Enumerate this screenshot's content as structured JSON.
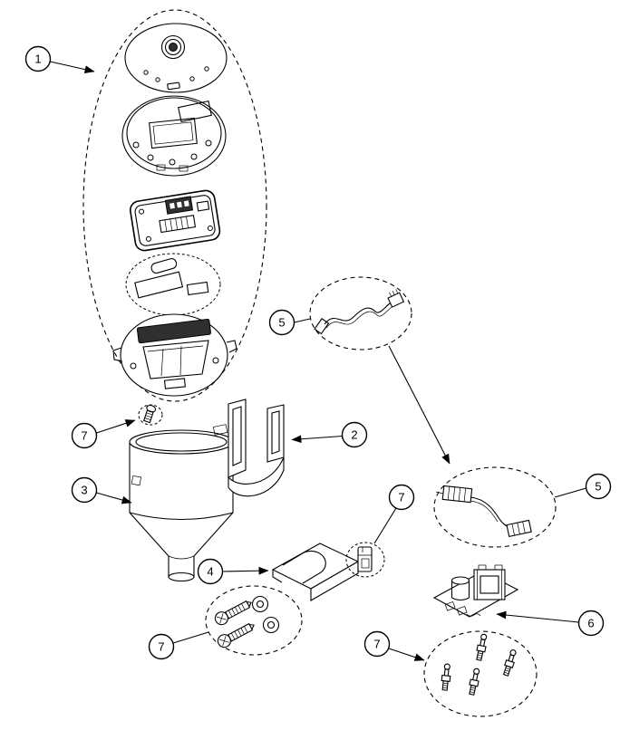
{
  "diagram": {
    "type": "exploded-parts-diagram",
    "background": "#ffffff",
    "line_color": "#000000",
    "callouts": [
      {
        "label": "1",
        "ref": "control-head-exploded-assembly"
      },
      {
        "label": "7",
        "ref": "small-screw"
      },
      {
        "label": "3",
        "ref": "hopper-container"
      },
      {
        "label": "2",
        "ref": "support-bracket"
      },
      {
        "label": "5",
        "ref": "wire-harness-upper"
      },
      {
        "label": "5",
        "ref": "wire-harness-lower"
      },
      {
        "label": "4",
        "ref": "mounting-bracket"
      },
      {
        "label": "7",
        "ref": "retainer-clip"
      },
      {
        "label": "7",
        "ref": "screws-and-washers"
      },
      {
        "label": "6",
        "ref": "transformer-assembly"
      },
      {
        "label": "7",
        "ref": "electrode-probes"
      }
    ]
  }
}
